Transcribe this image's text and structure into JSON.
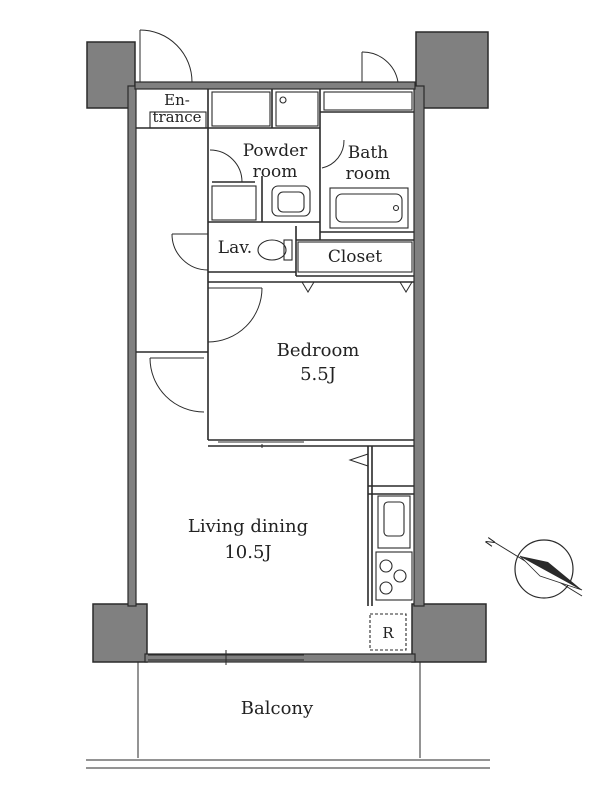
{
  "rooms": {
    "entrance_line1": "En-",
    "entrance_line2": "trance",
    "powder_line1": "Powder",
    "powder_line2": "room",
    "bath_line1": "Bath",
    "bath_line2": "room",
    "lav": "Lav.",
    "closet": "Closet",
    "bedroom": "Bedroom",
    "bedroom_size": "5.5J",
    "living": "Living dining",
    "living_size": "10.5J",
    "fridge": "R",
    "balcony": "Balcony"
  },
  "compass": {
    "north_label": "N"
  },
  "colors": {
    "wall_fill": "#808080",
    "line": "#2a2a2a"
  }
}
